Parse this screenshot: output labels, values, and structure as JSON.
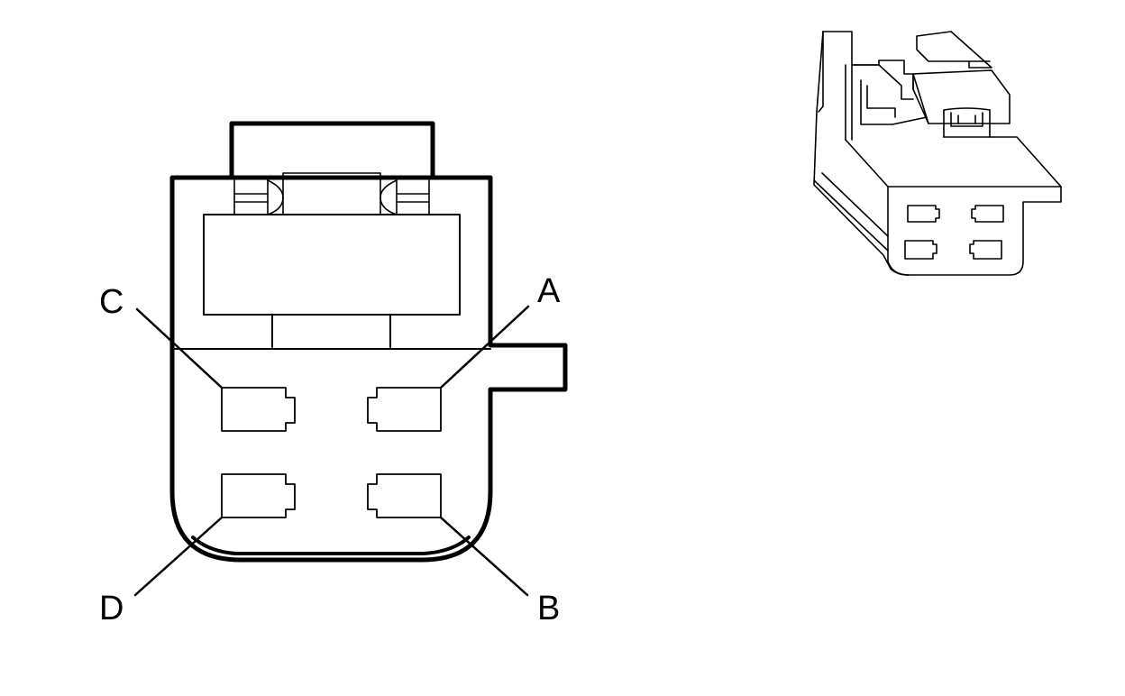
{
  "connector": {
    "pins": [
      {
        "id": "A",
        "label": "A"
      },
      {
        "id": "B",
        "label": "B"
      },
      {
        "id": "C",
        "label": "C"
      },
      {
        "id": "D",
        "label": "D"
      }
    ]
  },
  "colors": {
    "line": "#000000",
    "background": "#ffffff"
  }
}
